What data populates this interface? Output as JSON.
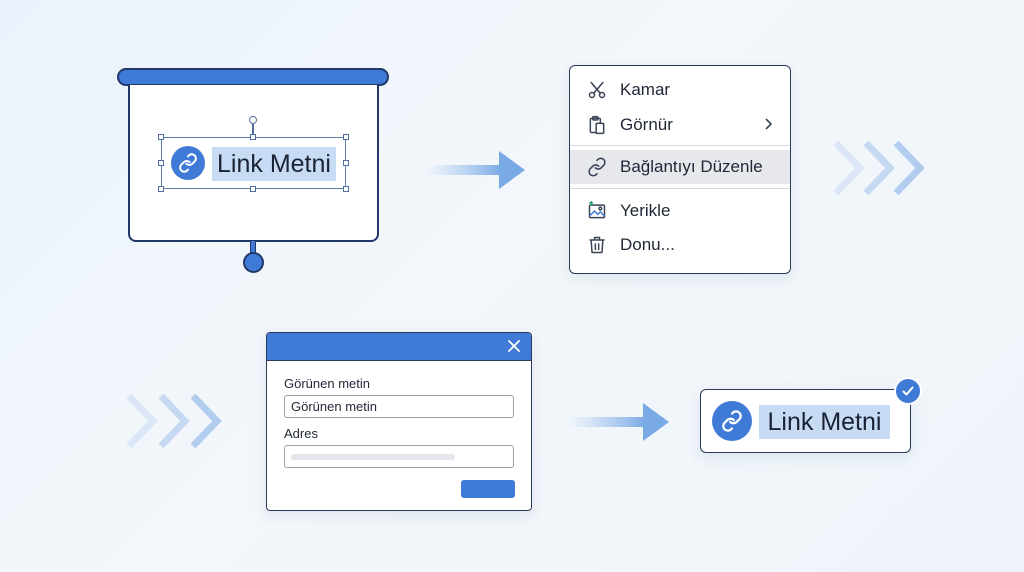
{
  "colors": {
    "accent": "#3f7ad6",
    "outline": "#2b3b5c",
    "highlight": "#c8dbf5"
  },
  "slide": {
    "link_icon": "link-icon",
    "link_text": "Link Metni"
  },
  "context_menu": {
    "items": [
      {
        "label": "Kamar",
        "icon": "scissors-icon"
      },
      {
        "label": "Görnür",
        "icon": "clipboard-icon",
        "has_submenu": true
      },
      {
        "label": "Bağlantıyı Düzenle",
        "icon": "link-icon",
        "active": true
      },
      {
        "label": "Yerikle",
        "icon": "image-icon"
      },
      {
        "label": "Donu...",
        "icon": "trash-icon"
      }
    ]
  },
  "dialog": {
    "display_text_label": "Görünen metin",
    "display_text_value": "Görünen metin",
    "address_label": "Adres",
    "address_value": ""
  },
  "result": {
    "link_text": "Link Metni",
    "status_icon": "checkmark-icon"
  }
}
